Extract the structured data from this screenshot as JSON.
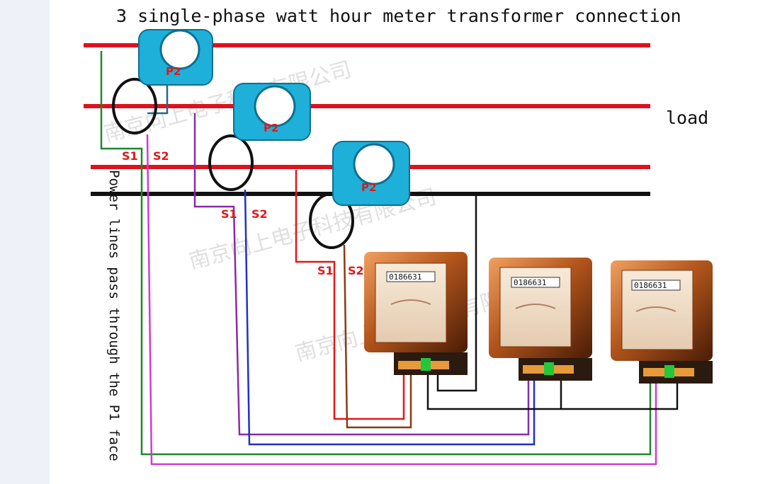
{
  "title": "3 single-phase watt hour meter transformer connection",
  "load_label": "load",
  "side_label": "Power lines pass through the P1 face",
  "ct_label": "P2",
  "s1_label": "S1",
  "s2_label": "S2",
  "meter_reading": "0186631",
  "watermark_1": "南京向上电子科技有限公司",
  "colors": {
    "phase_line": "#e0101c",
    "neutral_line": "#111111",
    "ct_body": "#1eb0d8",
    "meter_case": "#8a3a10",
    "meter_face": "#f3e3cf",
    "wire_green": "#1a8a2a",
    "wire_magenta": "#d23ad0",
    "wire_purple": "#8a2aa8",
    "wire_blue": "#2030c8",
    "wire_red": "#e01818",
    "wire_teal": "#1f6a88"
  }
}
